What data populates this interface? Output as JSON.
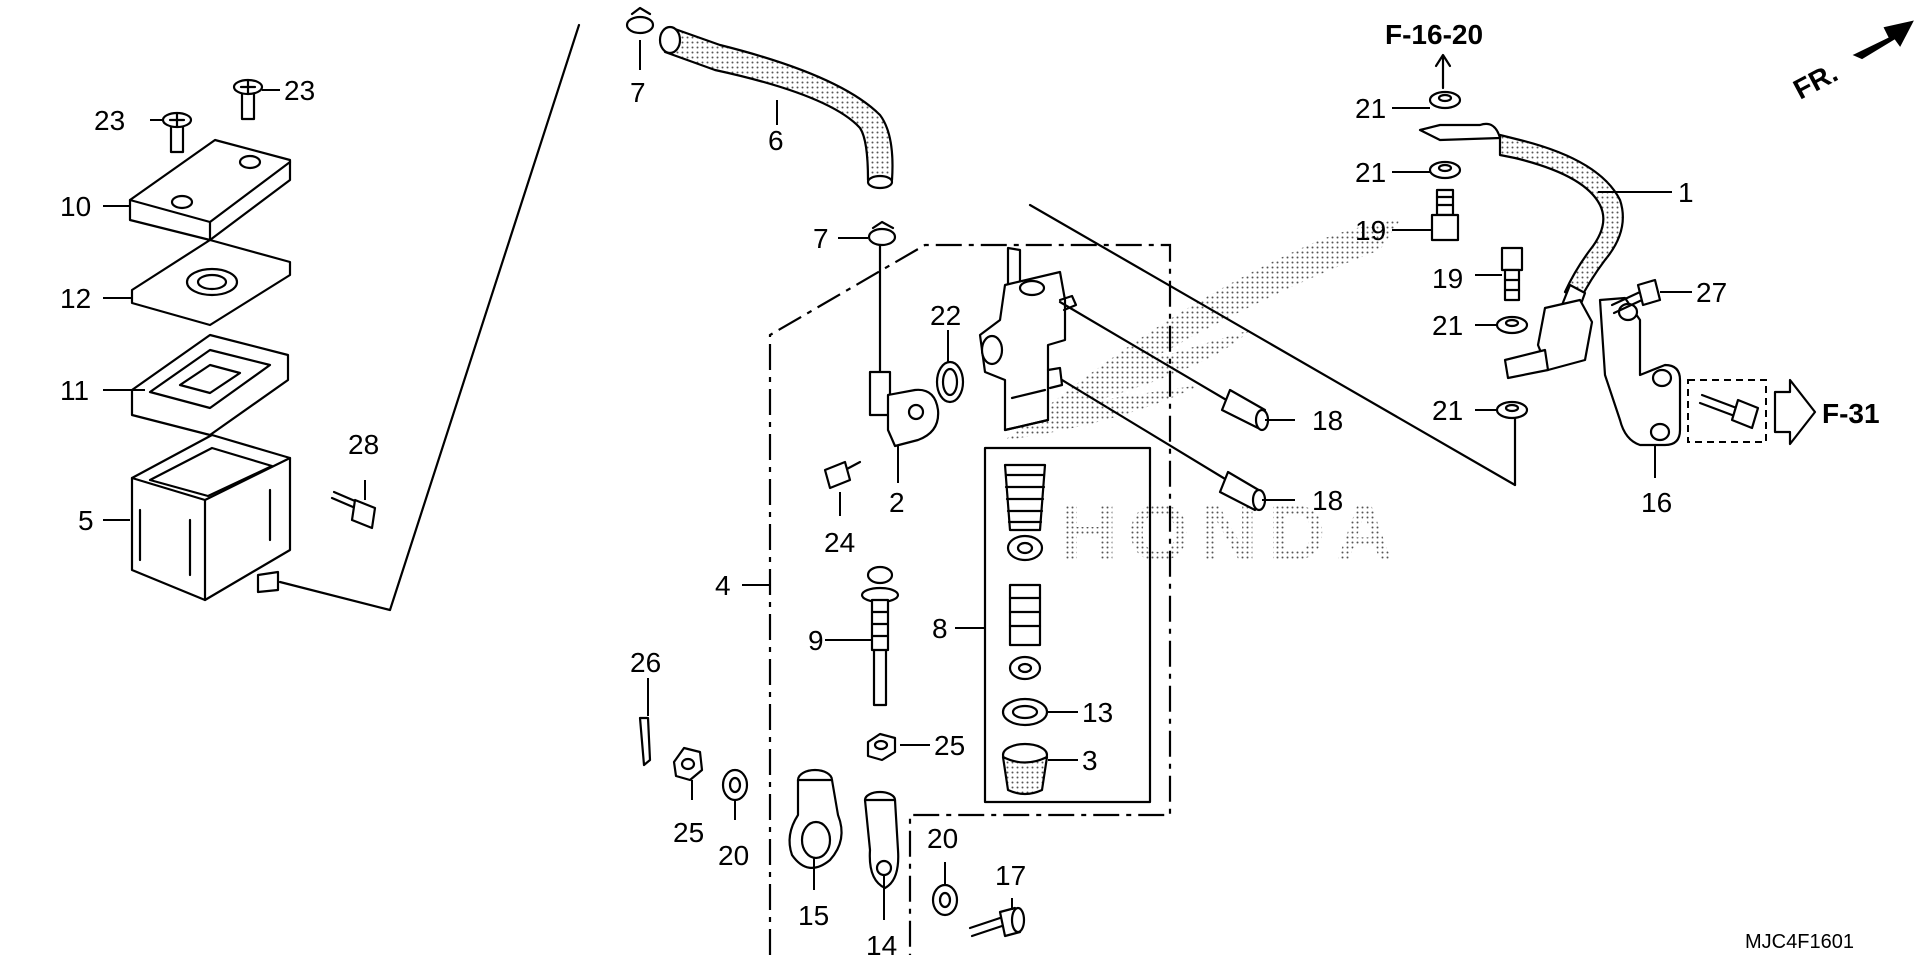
{
  "refs": {
    "top": "F-16-20",
    "right": "F-31",
    "front": "FR."
  },
  "watermark": "HONDA",
  "diagram_code": "MJC4F1601",
  "callouts": [
    "1",
    "2",
    "3",
    "4",
    "5",
    "6",
    "7",
    "7",
    "8",
    "9",
    "10",
    "11",
    "12",
    "13",
    "14",
    "15",
    "16",
    "17",
    "18",
    "18",
    "19",
    "19",
    "20",
    "20",
    "21",
    "21",
    "21",
    "21",
    "22",
    "23",
    "23",
    "24",
    "25",
    "25",
    "26",
    "27",
    "28"
  ],
  "icons": [
    "front-direction-arrow-icon",
    "reference-arrow-icon"
  ],
  "colors": {
    "line": "#000000",
    "background": "#ffffff"
  }
}
